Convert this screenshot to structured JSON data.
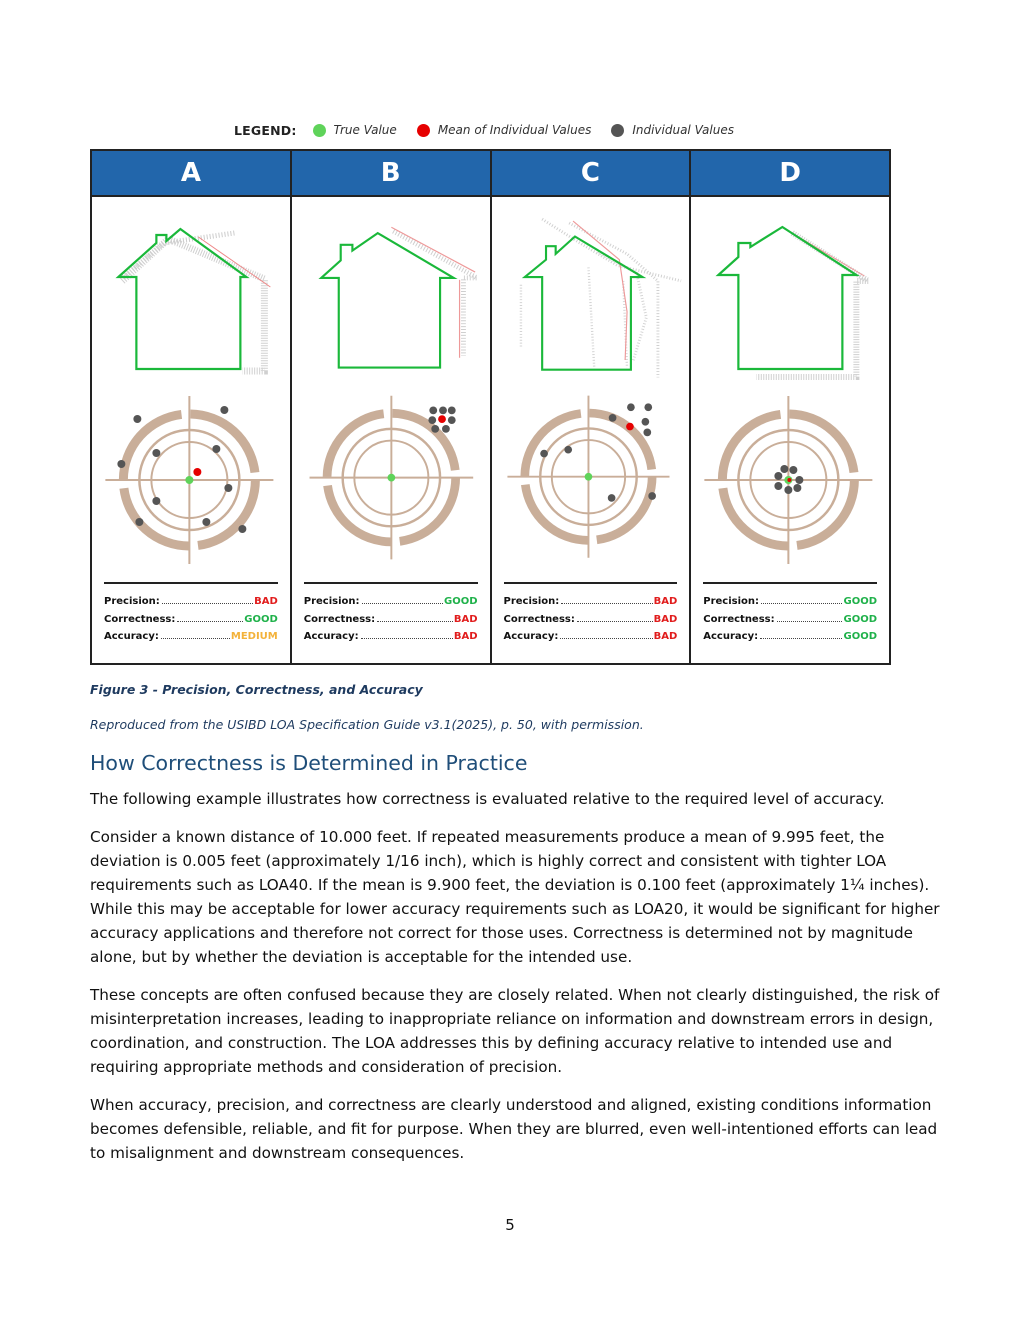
{
  "legend": {
    "title": "LEGEND:",
    "items": [
      {
        "label": "True Value",
        "color": "#5fd35a"
      },
      {
        "label": "Mean of Individual Values",
        "color": "#e60000"
      },
      {
        "label": "Individual Values",
        "color": "#555555"
      }
    ]
  },
  "colors": {
    "header_blue": "#2266ab",
    "house_green": "#1ab83a",
    "target_tan": "#c9ae99",
    "bad": "#e11c1c",
    "good": "#1fb14a",
    "medium": "#f3b23a"
  },
  "panels": [
    {
      "letter": "A",
      "metrics": [
        {
          "label": "Precision:",
          "value": "BAD",
          "status": "bad"
        },
        {
          "label": "Correctness:",
          "value": "GOOD",
          "status": "good"
        },
        {
          "label": "Accuracy:",
          "value": "MEDIUM",
          "status": "medium"
        }
      ]
    },
    {
      "letter": "B",
      "metrics": [
        {
          "label": "Precision:",
          "value": "GOOD",
          "status": "good"
        },
        {
          "label": "Correctness:",
          "value": "BAD",
          "status": "bad"
        },
        {
          "label": "Accuracy:",
          "value": "BAD",
          "status": "bad"
        }
      ]
    },
    {
      "letter": "C",
      "metrics": [
        {
          "label": "Precision:",
          "value": "BAD",
          "status": "bad"
        },
        {
          "label": "Correctness:",
          "value": "BAD",
          "status": "bad"
        },
        {
          "label": "Accuracy:",
          "value": "BAD",
          "status": "bad"
        }
      ]
    },
    {
      "letter": "D",
      "metrics": [
        {
          "label": "Precision:",
          "value": "GOOD",
          "status": "good"
        },
        {
          "label": "Correctness:",
          "value": "GOOD",
          "status": "good"
        },
        {
          "label": "Accuracy:",
          "value": "GOOD",
          "status": "good"
        }
      ]
    }
  ],
  "caption": "Figure 3 - Precision, Correctness, and Accuracy",
  "credit": "Reproduced from the USIBD LOA Specification Guide v3.1(2025), p. 50, with permission.",
  "heading": "How Correctness is Determined in Practice",
  "paragraphs": [
    "The following example illustrates how correctness is evaluated relative to the required level of accuracy.",
    "Consider a known distance of 10.000 feet. If repeated measurements produce a mean of 9.995 feet, the deviation is 0.005 feet (approximately 1/16 inch), which is highly correct and consistent with tighter LOA requirements such as LOA40. If the mean is 9.900 feet, the deviation is 0.100 feet (approximately 1¼ inches). While this may be acceptable for lower accuracy requirements such as LOA20, it would be significant for higher accuracy applications and therefore not correct for those uses. Correctness is determined not by magnitude alone, but by whether the deviation is acceptable for the intended use.",
    "These concepts are often confused because they are closely related. When not clearly distinguished, the risk of misinterpretation increases, leading to inappropriate reliance on information and downstream errors in design, coordination, and construction. The LOA addresses this by defining accuracy relative to intended use and requiring appropriate methods and consideration of precision.",
    "When accuracy, precision, and correctness are clearly understood and aligned, existing conditions information becomes defensible, reliable, and fit for purpose. When they are blurred, even well-intentioned efforts can lead to misalignment and downstream consequences."
  ],
  "page_number": "5"
}
